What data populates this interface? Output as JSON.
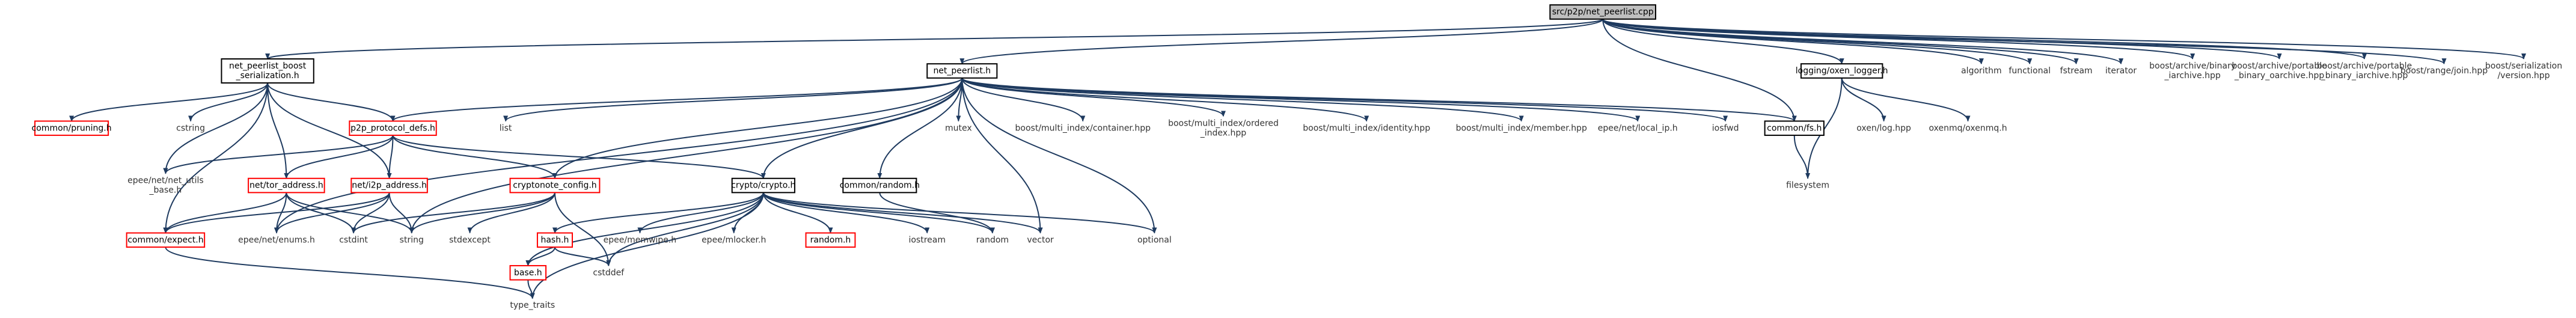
{
  "diagram": {
    "type": "include-dependency-graph",
    "colors": {
      "edge": "#1e3a5f",
      "root_fill": "#bfbfbf",
      "black_border": "#000000",
      "red_border": "#ff0000",
      "text": "#000000",
      "plain_text": "#333333"
    },
    "nodes": {
      "root": "src/p2p/net_peerlist.cpp",
      "boost_ser": [
        "net_peerlist_boost",
        "_serialization.h"
      ],
      "net_peerlist": "net_peerlist.h",
      "logging": "logging/oxen_logger.h",
      "algorithm": "algorithm",
      "functional": "functional",
      "fstream": "fstream",
      "iterator": "iterator",
      "bab": [
        "boost/archive/binary",
        "_iarchive.hpp"
      ],
      "bapbo": [
        "boost/archive/portable",
        "_binary_oarchive.hpp"
      ],
      "bapbi": [
        "boost/archive/portable",
        "_binary_iarchive.hpp"
      ],
      "brj": "boost/range/join.hpp",
      "bsv": [
        "boost/serialization",
        "/version.hpp"
      ],
      "pruning": "common/pruning.h",
      "cstring": "cstring",
      "p2p_defs": "p2p_protocol_defs.h",
      "list": "list",
      "mutex": "mutex",
      "bmic": "boost/multi_index/container.hpp",
      "bmio": [
        "boost/multi_index/ordered",
        "_index.hpp"
      ],
      "bmid": "boost/multi_index/identity.hpp",
      "bmim": "boost/multi_index/member.hpp",
      "eli": "epee/net/local_ip.h",
      "iosfwd": "iosfwd",
      "fs": "common/fs.h",
      "oxenlog": "oxen/log.hpp",
      "oxenmq": "oxenmq/oxenmq.h",
      "filesystem": "filesystem",
      "netutils": [
        "epee/net/net_utils",
        "_base.h"
      ],
      "tor": "net/tor_address.h",
      "i2p": "net/i2p_address.h",
      "cncfg": "cryptonote_config.h",
      "cryptoh": "crypto/crypto.h",
      "commonrandom": "common/random.h",
      "optional": "optional",
      "expect": "common/expect.h",
      "enums": "epee/net/enums.h",
      "cstdint": "cstdint",
      "string": "string",
      "stdexcept": "stdexcept",
      "hash": "hash.h",
      "memwipe": "epee/memwipe.h",
      "mlocker": "epee/mlocker.h",
      "randomh": "random.h",
      "iostream": "iostream",
      "random": "random",
      "vector": "vector",
      "base": "base.h",
      "cstddef": "cstddef",
      "typetraits": "type_traits"
    }
  }
}
